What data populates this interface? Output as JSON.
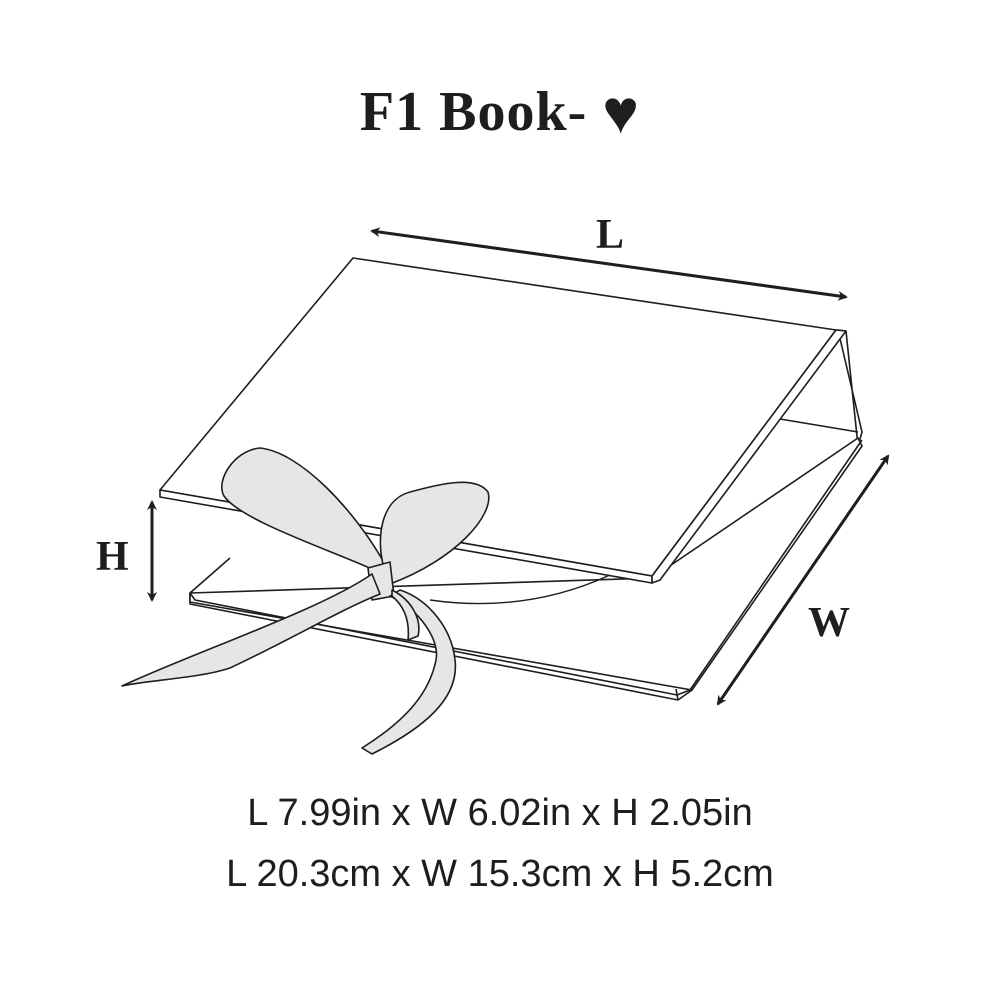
{
  "title": {
    "text": "F1  Book-",
    "symbol": "♥"
  },
  "labels": {
    "length": "L",
    "width": "W",
    "height": "H"
  },
  "dimensions": {
    "imperial": "L 7.99in x W 6.02in x H 2.05in",
    "metric": "L 20.3cm x W 15.3cm x H 5.2cm"
  },
  "icons": {
    "heart": "heart-icon",
    "box": "gift-box-illustration",
    "ribbon": "ribbon-bow-illustration"
  },
  "colors": {
    "stroke": "#1e1e1e",
    "ribbon": "#e6e6e6"
  }
}
